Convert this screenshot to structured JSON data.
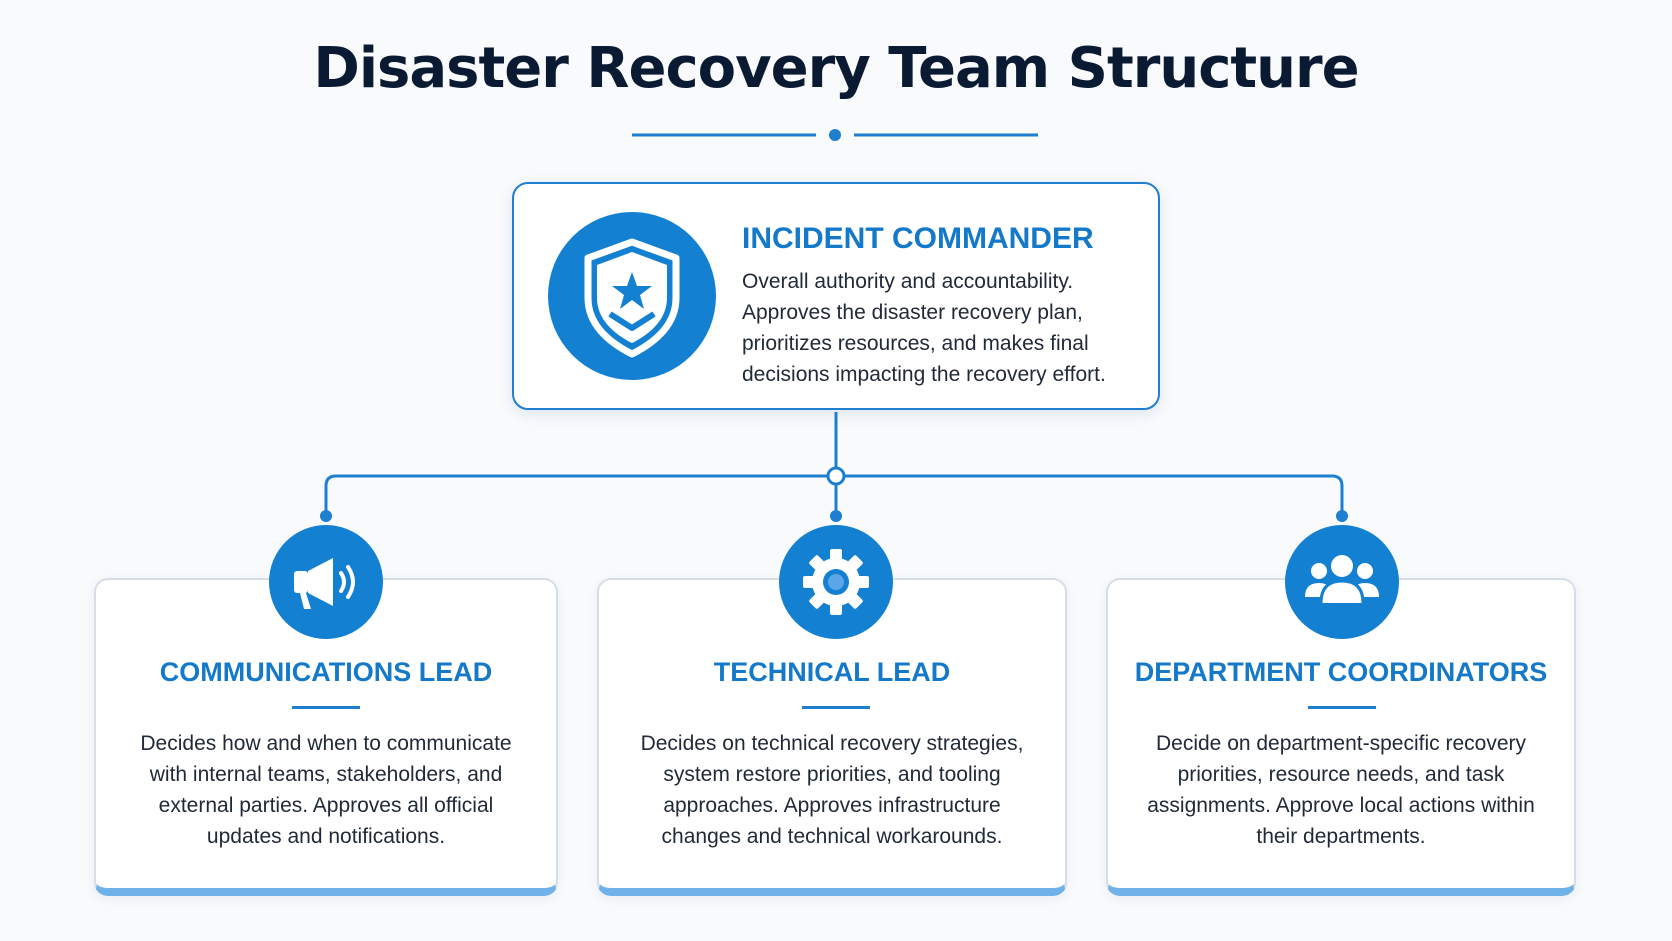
{
  "title": "Disaster Recovery Team Structure",
  "colors": {
    "accent": "#1480d2",
    "heading": "#1479c9",
    "title": "#0b1a33",
    "card_bottom_bar": "#6fb2ea"
  },
  "commander": {
    "icon": "shield-star-icon",
    "heading": "INCIDENT COMMANDER",
    "description": "Overall authority and accountability. Approves the disaster recovery plan, prioritizes resources, and makes final decisions impacting the recovery effort."
  },
  "leads": [
    {
      "icon": "megaphone-icon",
      "heading": "COMMUNICATIONS LEAD",
      "description": "Decides how and when to communicate with internal teams, stakeholders, and external parties. Approves all official updates and notifications."
    },
    {
      "icon": "gear-icon",
      "heading": "TECHNICAL LEAD",
      "description": "Decides on technical recovery strategies, system restore priorities, and tooling approaches. Approves infrastructure changes and technical workarounds."
    },
    {
      "icon": "people-group-icon",
      "heading": "DEPARTMENT COORDINATORS",
      "description": "Decide on department-specific recovery priorities, resource needs, and task assignments. Approve local actions within their departments."
    }
  ]
}
